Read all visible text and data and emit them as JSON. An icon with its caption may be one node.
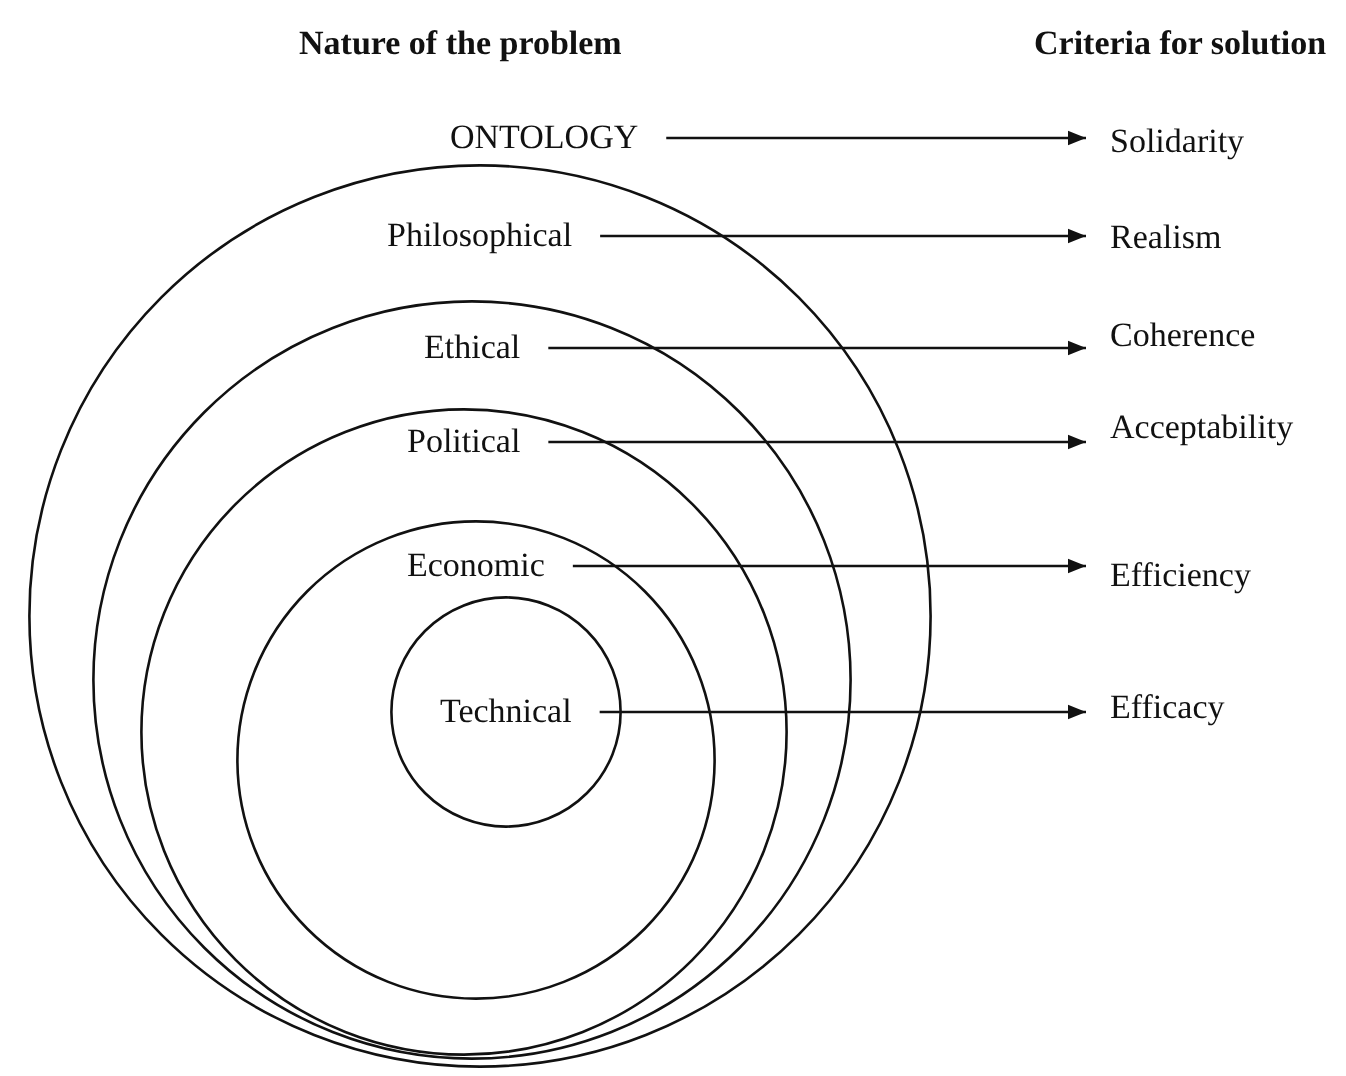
{
  "diagram": {
    "nodes": [
      {
        "text": [
          "ONTOLOGY"
        ]
      },
      {
        "text": [
          "Philosophical"
        ]
      },
      {
        "text": [
          "Ethical"
        ],
        "in": 1
      },
      {
        "text": [
          "Political"
        ],
        "in": 2
      },
      {
        "text": [
          "Economic"
        ],
        "in": 3
      },
      {
        "text": [
          "Technical"
        ],
        "in": 4
      },
      {
        "text": [
          "Solidarity"
        ]
      },
      {
        "text": [
          "Realism"
        ]
      },
      {
        "text": [
          "Coherence"
        ]
      },
      {
        "text": [
          "Acceptability"
        ]
      },
      {
        "text": [
          "Efficiency"
        ]
      },
      {
        "text": [
          "Efficacy"
        ]
      }
    ],
    "edges": [
      {
        "from": 0,
        "to": 6,
        "arrow": "to"
      },
      {
        "from": 1,
        "to": 7,
        "arrow": "to"
      },
      {
        "from": 2,
        "to": 8,
        "arrow": "to"
      },
      {
        "from": 3,
        "to": 9,
        "arrow": "to"
      },
      {
        "from": 4,
        "to": 10,
        "arrow": "to"
      },
      {
        "from": 5,
        "to": 11,
        "arrow": "to"
      }
    ],
    "labels": [
      "Nature of the problem",
      "Criteria for solution"
    ]
  }
}
